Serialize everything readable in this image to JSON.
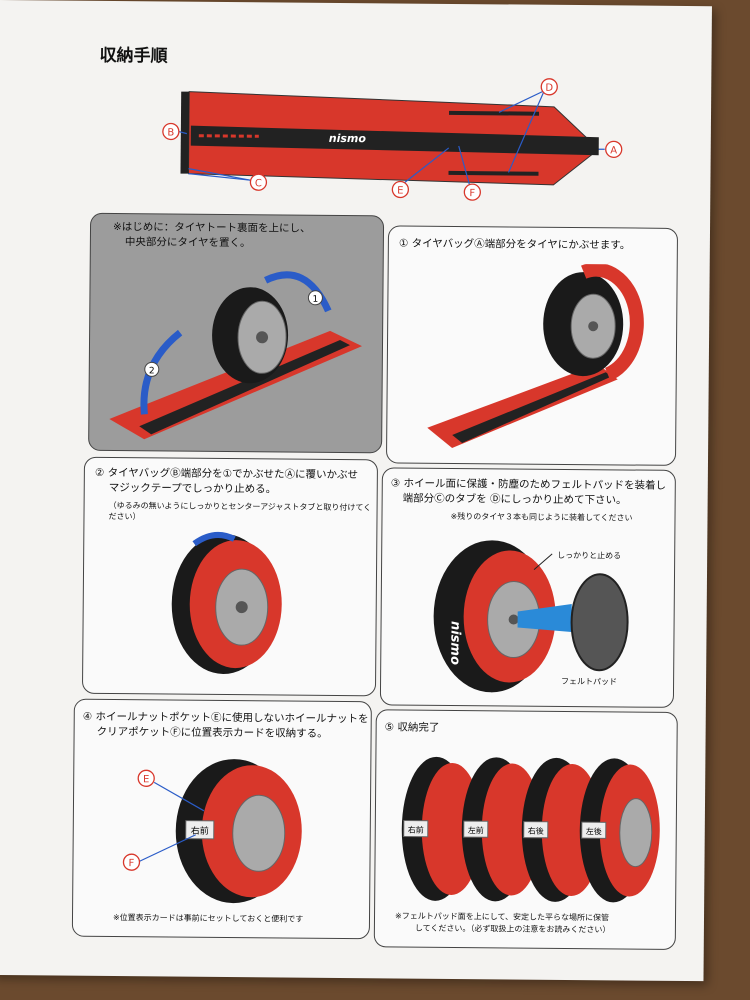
{
  "title": "収納手順",
  "top": {
    "brand": "nismo",
    "markers": [
      "A",
      "B",
      "C",
      "D",
      "E",
      "F"
    ]
  },
  "steps": [
    {
      "lines": [
        "※はじめに：タイヤトート裏面を上にし、",
        "中央部分にタイヤを置く。"
      ],
      "markers": [
        "1",
        "2"
      ]
    },
    {
      "lines": [
        "① タイヤバッグⒶ端部分をタイヤにかぶせます。"
      ]
    },
    {
      "lines": [
        "② タイヤバッグⒷ端部分を①でかぶせたⒶに覆いかぶせ",
        "マジックテープでしっかり止める。"
      ],
      "note": "（ゆるみの無いようにしっかりとセンターアジャストタブと取り付けてください）"
    },
    {
      "lines": [
        "③ ホイール面に保護・防塵のためフェルトパッドを装着し",
        "端部分Ⓒのタブを Ⓓにしっかり止めて下さい。"
      ],
      "note": "※残りのタイヤ３本も同じように装着してください",
      "label_fix": "しっかりと止める",
      "label_pad": "フェルトパッド",
      "brand": "nismo"
    },
    {
      "lines": [
        "④ ホイールナットポケットⒺに使用しないホイールナットを",
        "クリアポケットⒻに位置表示カードを収納する。"
      ],
      "note": "※位置表示カードは事前にセットしておくと便利です",
      "card": "右前",
      "markers": [
        "E",
        "F"
      ]
    },
    {
      "lines": [
        "⑤ 収納完了"
      ],
      "cards": [
        "右前",
        "左前",
        "右後",
        "左後"
      ],
      "note_lines": [
        "※フェルトパッド面を上にして、安定した平らな場所に保管",
        "してください。（必ず取扱上の注意をお読みください）"
      ]
    }
  ],
  "colors": {
    "red": "#d8372b",
    "black": "#222222",
    "gray_panel": "#9c9c9c",
    "marker": "#d8372b",
    "leader": "#2a5cc8"
  }
}
